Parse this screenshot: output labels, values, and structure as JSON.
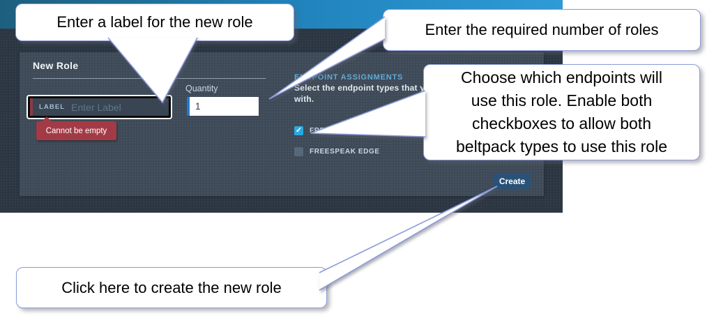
{
  "app": {
    "panel_title": "New Role",
    "label_field": {
      "label": "LABEL",
      "placeholder": "Enter Label",
      "value": "",
      "error": "Cannot be empty"
    },
    "quantity_field": {
      "label": "Quantity",
      "value": "1"
    },
    "endpoint_section": {
      "title": "ENDPOINT ASSIGNMENTS",
      "description_line1": "Select the endpoint types that y",
      "description_line2": "with.",
      "check_glyph": "✓",
      "checkboxes": [
        {
          "label": "FREESPEAK II",
          "checked": true
        },
        {
          "label": "FREESPEAK EDGE",
          "checked": false
        }
      ]
    },
    "create_button": "Create"
  },
  "callouts": [
    {
      "lines": [
        "Enter a label for the new role"
      ]
    },
    {
      "lines": [
        "Enter the required number of roles"
      ]
    },
    {
      "lines": [
        "Choose which endpoints will",
        "use this role. Enable both",
        "checkboxes to allow both",
        "beltpack types to use this role"
      ]
    },
    {
      "lines": [
        "Click here to create the new role"
      ]
    }
  ],
  "colors": {
    "header_gradient_start": "#1d5f7e",
    "header_gradient_end": "#2f9bd6",
    "window_bg": "#2b3642",
    "panel_bg": "#3e4a57",
    "error_red": "#a23b46",
    "label_accent_red": "#8e3a46",
    "checkbox_checked_blue": "#29a9e2",
    "quantity_accent_blue": "#1b7ed0",
    "create_button_blue": "#2a5278",
    "endpoint_title_blue": "#63a9d4",
    "callout_border": "#8b9cd9"
  }
}
